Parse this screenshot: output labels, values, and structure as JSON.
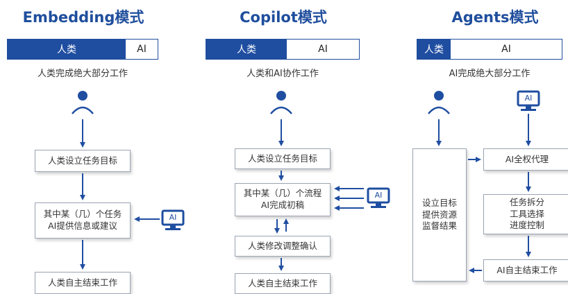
{
  "colors": {
    "brand_blue": "#1f4ea1",
    "title_blue": "#1f4e9d",
    "box_border": "#9aa4b2"
  },
  "icons": [
    "person-icon",
    "ai-monitor-icon",
    "arrow-down-icon",
    "arrow-left-icon",
    "arrow-up-icon",
    "arrow-right-icon"
  ],
  "modes": [
    {
      "title": "Embedding模式",
      "bar": {
        "human": "人类",
        "ai": "AI"
      },
      "subtitle": "人类完成绝大部分工作",
      "steps": [
        "人类设立任务目标",
        "其中某（几）个任务",
        "AI提供信息或建议",
        "人类自主结束工作"
      ],
      "ai_label": "AI"
    },
    {
      "title": "Copilot模式",
      "bar": {
        "human": "人类",
        "ai": "AI"
      },
      "subtitle": "人类和AI协作工作",
      "steps": [
        "人类设立任务目标",
        "其中某（几）个流程",
        "AI完成初稿",
        "人类修改调整确认",
        "人类自主结束工作"
      ],
      "ai_label": "AI"
    },
    {
      "title": "Agents模式",
      "bar": {
        "human": "人类",
        "ai": "AI"
      },
      "subtitle": "AI完成绝大部分工作",
      "human_box": [
        "设立目标",
        "提供资源",
        "监督结果"
      ],
      "steps": [
        "AI全权代理",
        "任务拆分",
        "工具选择",
        "进度控制",
        "AI自主结束工作"
      ],
      "ai_label": "AI"
    }
  ]
}
